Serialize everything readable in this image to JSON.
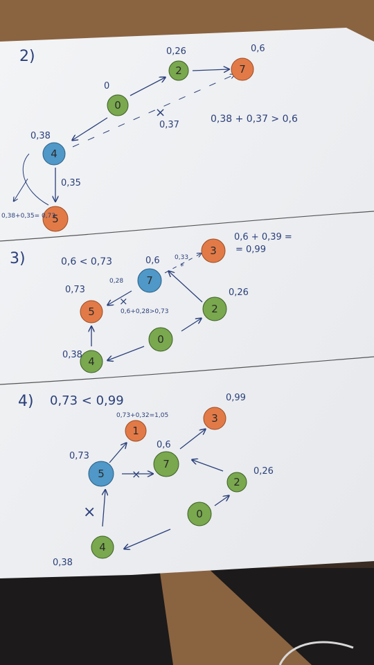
{
  "colors": {
    "green": "#79a84e",
    "blue": "#4f98c8",
    "orange": "#e27a47",
    "ink": "#2a3f7a",
    "paper": "#f1f2f4",
    "wood": "#8a6341"
  },
  "section2": {
    "heading": "2)",
    "start_mark": "0",
    "nodes": {
      "n0": "0",
      "n2": "2",
      "n7": "7",
      "n4": "4",
      "n5": "5"
    },
    "labels": {
      "n2_value": "0,26",
      "n7_value": "0,6",
      "n4_value": "0,38",
      "edge_4_5": "0,35",
      "cut_value": "0,37",
      "compare": "0,38 + 0,37 > 0,6",
      "n5_sum": "0,38+0,35= 0,73"
    }
  },
  "section3": {
    "heading": "3)",
    "compare": "0,6 < 0,73",
    "nodes": {
      "n3": "3",
      "n7": "7",
      "n5": "5",
      "n2": "2",
      "n0": "0",
      "n4": "4"
    },
    "labels": {
      "n3_sum_top": "0,6 + 0,39 =",
      "n3_sum_bottom": "= 0,99",
      "edge_7_3": "0,33",
      "n7_value": "0,6",
      "edge_7_5": "0,28",
      "n5_value": "0,73",
      "sum_7_5": "0,6+0,28>0,73",
      "n2_value": "0,26",
      "n4_value": "0,38"
    }
  },
  "section4": {
    "heading": "4)",
    "compare": "0,73 < 0,99",
    "nodes": {
      "n1": "1",
      "n3": "3",
      "n5": "5",
      "n7": "7",
      "n2": "2",
      "n0": "0",
      "n4": "4"
    },
    "labels": {
      "n1_sum": "0,73+0,32=1,05",
      "n3_value": "0,99",
      "n7_value": "0,6",
      "n5_value": "0,73",
      "n2_value": "0,26",
      "n4_value": "0,38"
    }
  }
}
